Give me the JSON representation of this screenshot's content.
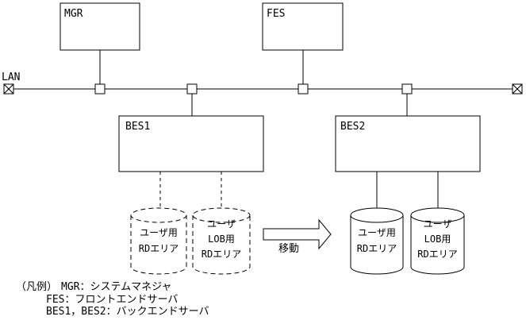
{
  "diagram": {
    "lan_label": "LAN",
    "nodes": {
      "mgr": "MGR",
      "fes": "FES",
      "bes1": "BES1",
      "bes2": "BES2"
    },
    "cylinders": {
      "bes1_user": {
        "style": "dashed",
        "lines": [
          "ユーザ用",
          "RDエリア"
        ]
      },
      "bes1_lob": {
        "style": "dashed",
        "lines": [
          "ユーザ",
          "LOB用",
          "RDエリア"
        ]
      },
      "bes2_user": {
        "style": "solid",
        "lines": [
          "ユーザ用",
          "RDエリア"
        ]
      },
      "bes2_lob": {
        "style": "solid",
        "lines": [
          "ユーザ",
          "LOB用",
          "RDエリア"
        ]
      }
    },
    "arrow_label": "移動",
    "legend": {
      "heading": "（凡例）",
      "entries": [
        "MGR：システムマネジャ",
        "FES：フロントエンドサーバ",
        "BES1，BES2：バックエンドサーバ"
      ]
    },
    "colors": {
      "line": "#000000",
      "background": "#ffffff"
    }
  }
}
